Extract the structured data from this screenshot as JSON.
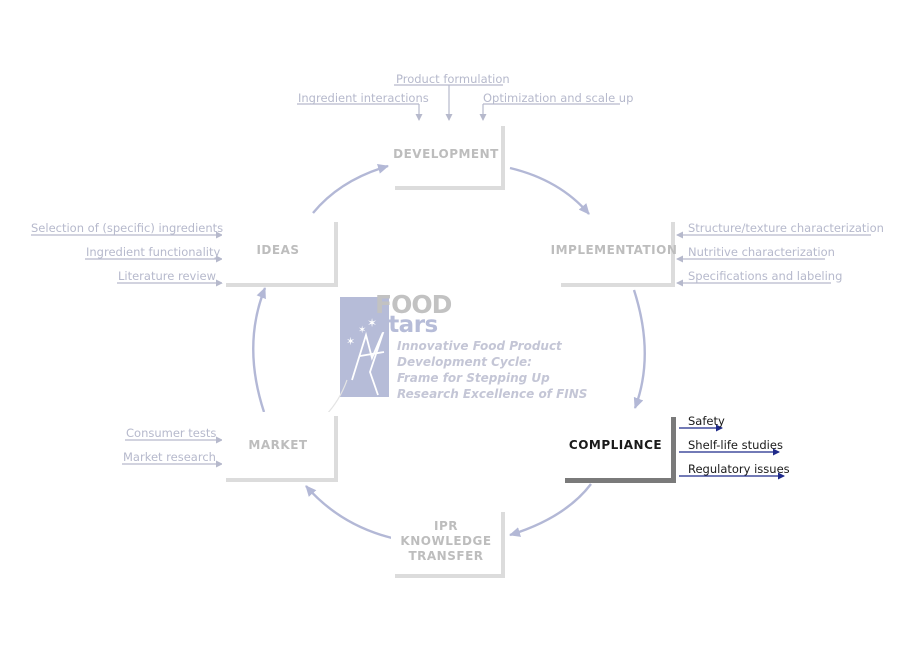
{
  "stages": {
    "development": "DEVELOPMENT",
    "implementation": "IMPLEMENTATION",
    "compliance": "COMPLIANCE",
    "ipr": [
      "IPR",
      "KNOWLEDGE",
      "TRANSFER"
    ],
    "market": "MARKET",
    "ideas": "IDEAS"
  },
  "development_inputs": [
    "Product formulation",
    "Ingredient interactions",
    "Optimization and scale up"
  ],
  "ideas_inputs": [
    "Selection of (specific) ingredients",
    "Ingredient functionality",
    "Literature review"
  ],
  "implementation_inputs": [
    "Structure/texture characterization",
    "Nutritive characterization",
    "Specifications and labeling"
  ],
  "compliance_inputs": [
    "Safety",
    "Shelf-life studies",
    "Regulatory issues"
  ],
  "market_inputs": [
    "Consumer tests",
    "Market research"
  ],
  "logo": {
    "word1": "FOOD",
    "word2": "stars",
    "tagline": [
      "Innovative Food Product",
      "Development Cycle:",
      "Frame for Stepping Up",
      "Research Excellence of FINS"
    ]
  },
  "colors": {
    "cycle_arrow": "#b3b8d6",
    "inactive_text": "#bdbdbd",
    "inactive_link": "#b6b9cc",
    "active_link": "#1f2a8a",
    "logo_block": "#b6bcd8"
  }
}
